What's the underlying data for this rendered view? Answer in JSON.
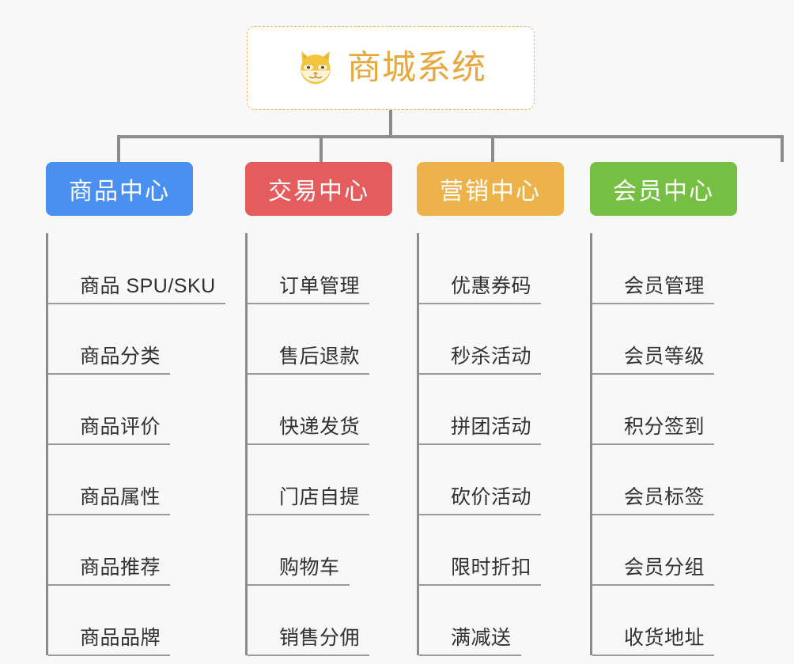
{
  "background_color": "#f8f8f8",
  "root": {
    "title": "商城系统",
    "icon": "shiba-dog-face-icon",
    "title_color": "#e8a83e",
    "border_color": "#e8b963",
    "background_color": "#ffffff"
  },
  "connector_color": "#8c8c8c",
  "columns": [
    {
      "title": "商品中心",
      "color": "#4a90f0",
      "items": [
        "商品 SPU/SKU",
        "商品分类",
        "商品评价",
        "商品属性",
        "商品推荐",
        "商品品牌"
      ]
    },
    {
      "title": "交易中心",
      "color": "#e45c5c",
      "items": [
        "订单管理",
        "售后退款",
        "快递发货",
        "门店自提",
        "购物车",
        "销售分佣"
      ]
    },
    {
      "title": "营销中心",
      "color": "#eeb24a",
      "items": [
        "优惠券码",
        "秒杀活动",
        "拼团活动",
        "砍价活动",
        "限时折扣",
        "满减送"
      ]
    },
    {
      "title": "会员中心",
      "color": "#75c043",
      "items": [
        "会员管理",
        "会员等级",
        "积分签到",
        "会员标签",
        "会员分组",
        "收货地址"
      ]
    }
  ]
}
